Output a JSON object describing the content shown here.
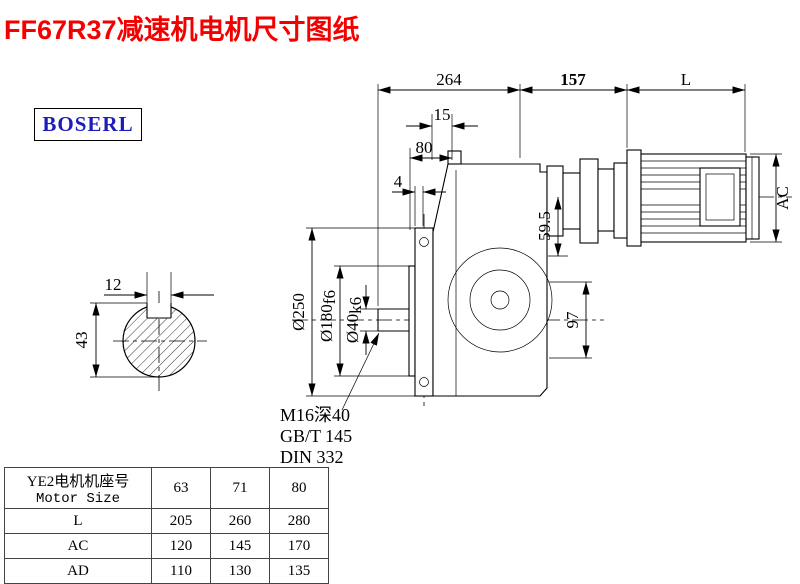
{
  "title": "FF67R37减速机电机尺寸图纸",
  "logo": "BOSERL",
  "drawing": {
    "dims": {
      "top_left": "264",
      "top_mid": "157",
      "top_right": "L",
      "d15": "15",
      "d80": "80",
      "d4": "4",
      "ac": "AC",
      "key_width": "12",
      "shaft_height": "43",
      "flange_od": "Ø250",
      "spigot_base": "Ø180",
      "spigot_tol": "f6",
      "shaft_base": "Ø40",
      "shaft_tol": "k6",
      "axis_offset": "59.5",
      "d97": "97"
    },
    "notes": [
      "M16深40",
      "GB/T 145",
      "DIN 332"
    ]
  },
  "table": {
    "header_zh": "YE2电机机座号",
    "header_en": "Motor Size",
    "sizes": [
      "63",
      "71",
      "80"
    ],
    "rows": [
      {
        "label": "L",
        "values": [
          "205",
          "260",
          "280"
        ]
      },
      {
        "label": "AC",
        "values": [
          "120",
          "145",
          "170"
        ]
      },
      {
        "label": "AD",
        "values": [
          "110",
          "130",
          "135"
        ]
      }
    ]
  }
}
